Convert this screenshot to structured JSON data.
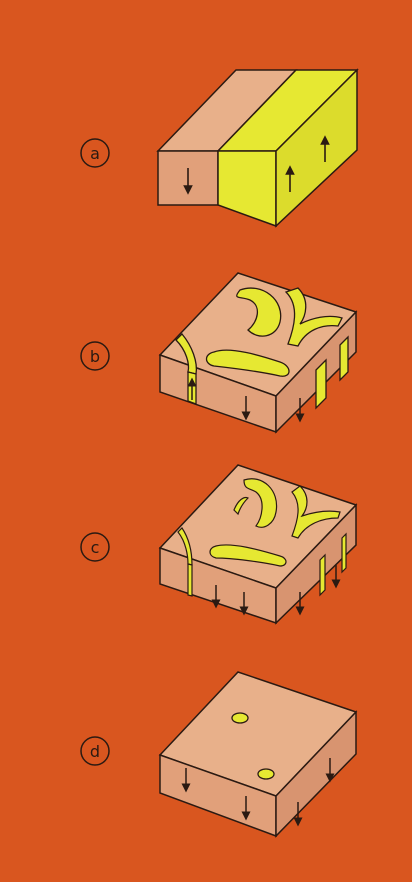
{
  "colors": {
    "background": "#d9561f",
    "block_face": "#e8b08a",
    "block_front": "#e1a07a",
    "block_side": "#d89470",
    "highlight": "#e6e832",
    "outline": "#2b1a12"
  },
  "panels": [
    {
      "label": "a",
      "description_icon": "block-with-split-domain"
    },
    {
      "label": "b",
      "description_icon": "block-with-wide-stripe-domains"
    },
    {
      "label": "c",
      "description_icon": "block-with-thin-stripe-domains"
    },
    {
      "label": "d",
      "description_icon": "block-with-bubble-domains"
    }
  ]
}
